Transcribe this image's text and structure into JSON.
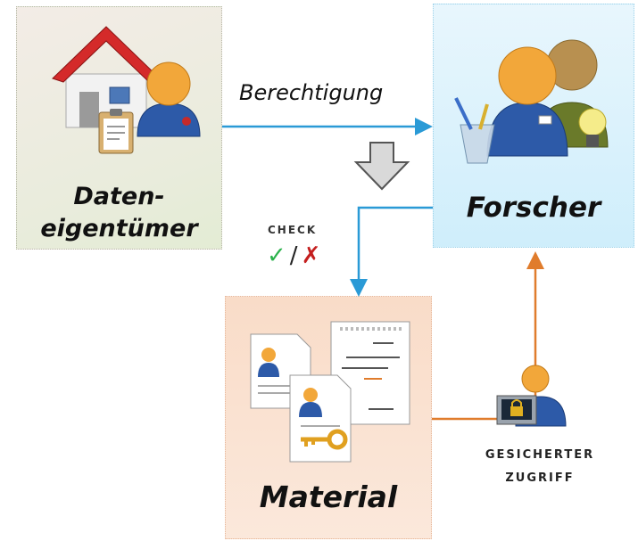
{
  "diagram": {
    "nodes": {
      "owner": {
        "label_line1": "Daten-",
        "label_line2": "eigentümer",
        "icon": "house-with-owner-icon"
      },
      "researcher": {
        "label": "Forscher",
        "icon": "researchers-group-icon"
      },
      "material": {
        "label": "Material",
        "icon": "documents-with-key-icon"
      }
    },
    "edges": {
      "permission": {
        "label": "Berechtigung",
        "color": "#2a9ad6"
      },
      "check": {
        "label": "CHECK",
        "ok_symbol": "✓",
        "separator": "/",
        "fail_symbol": "✗",
        "color": "#2a9ad6"
      },
      "secure_access": {
        "label_line1": "GESICHERTER",
        "label_line2": "ZUGRIFF",
        "color": "#e07c2c"
      }
    }
  }
}
